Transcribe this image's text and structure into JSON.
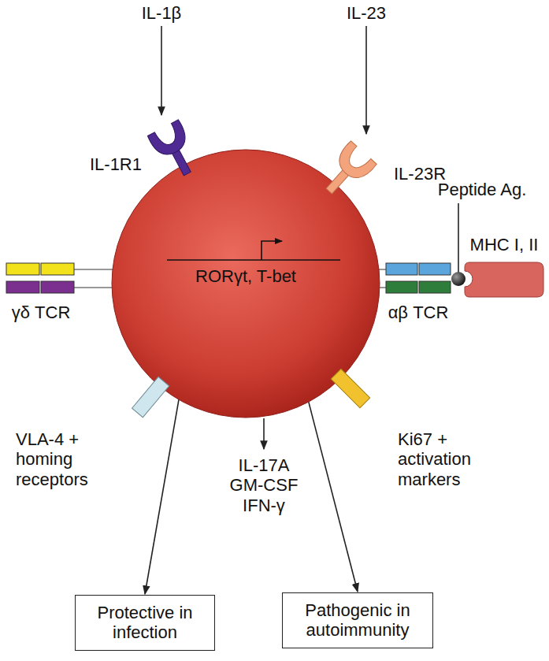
{
  "diagram": {
    "nodes": [
      {
        "text": [
          "RORγt, T-bet"
        ]
      },
      {
        "text": [
          "Protective in infection"
        ]
      },
      {
        "text": [
          "Pathogenic in autoimmunity"
        ]
      }
    ],
    "edges": [
      {
        "from": 0,
        "to": 1,
        "arrow": "to"
      },
      {
        "from": 0,
        "to": 2,
        "arrow": "to"
      }
    ],
    "labels": [
      "IL-1β",
      "IL-23",
      "IL-1R1",
      "IL-23R",
      "Peptide Ag.",
      "MHC I, II",
      "γδ TCR",
      "αβ TCR",
      "VLA-4 + homing receptors",
      "Ki67 + activation markers",
      "IL-17A GM-CSF IFN-γ"
    ]
  }
}
